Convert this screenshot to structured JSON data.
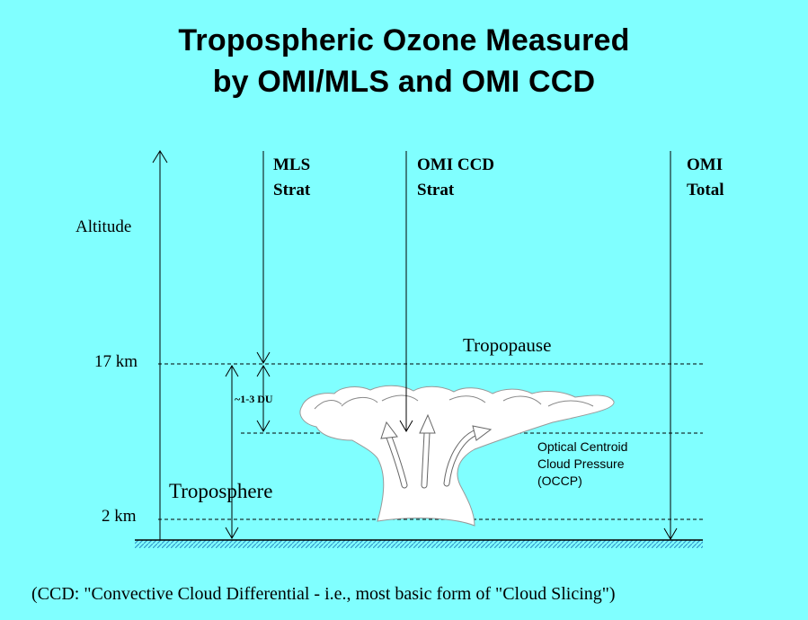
{
  "diagram": {
    "title_line1": "Tropospheric Ozone Measured",
    "title_line2": "by OMI/MLS and OMI CCD",
    "altitude_label": "Altitude",
    "columns": [
      {
        "line1": "MLS",
        "line2": "Strat"
      },
      {
        "line1": "OMI CCD",
        "line2": "Strat"
      },
      {
        "line1": "OMI",
        "line2": "Total"
      }
    ],
    "altitude_17": "17 km",
    "altitude_2": "2 km",
    "tropopause_label": "Tropopause",
    "du_label": "~1-3 DU",
    "troposphere_label": "Troposphere",
    "occp_line1": "Optical Centroid",
    "occp_line2": "Cloud Pressure",
    "occp_line3": "(OCCP)",
    "footnote": "(CCD: \"Convective Cloud Differential - i.e., most basic form of \"Cloud Slicing\")",
    "background_color": "#80FFFF",
    "ground_color": "#3399CC"
  }
}
